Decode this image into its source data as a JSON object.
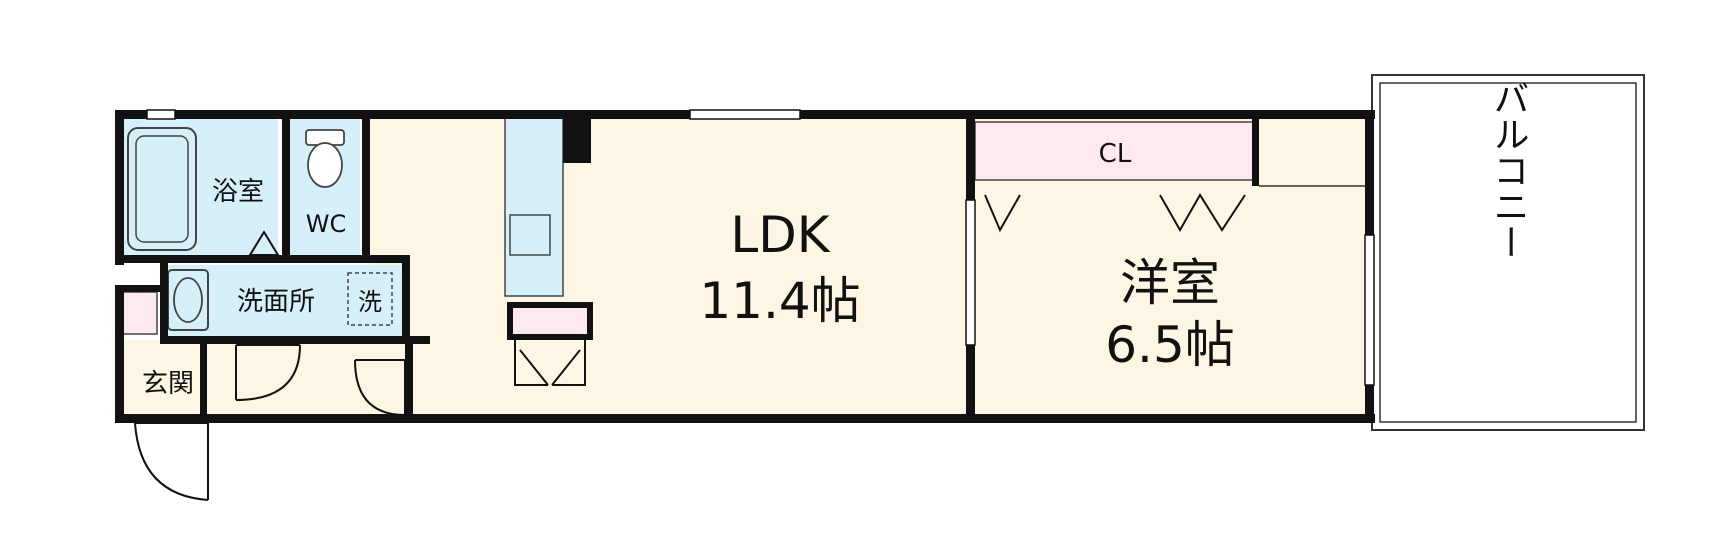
{
  "rooms": {
    "ldk": {
      "name": "LDK",
      "size": "11.4帖"
    },
    "western": {
      "name": "洋室",
      "size": "6.5帖"
    },
    "bath": {
      "name": "浴室"
    },
    "wc": {
      "name": "WC"
    },
    "washroom": {
      "name": "洗面所"
    },
    "washer": {
      "name": "洗"
    },
    "entrance": {
      "name": "玄関"
    },
    "closet": {
      "name": "CL"
    },
    "balcony": {
      "name": "バルコニー"
    }
  },
  "colors": {
    "ldk_floor": "#fdf6e4",
    "wet_area": "#d6f0fa",
    "closet": "#fde9ef",
    "wall": "#111111",
    "balcony": "#ffffff"
  }
}
